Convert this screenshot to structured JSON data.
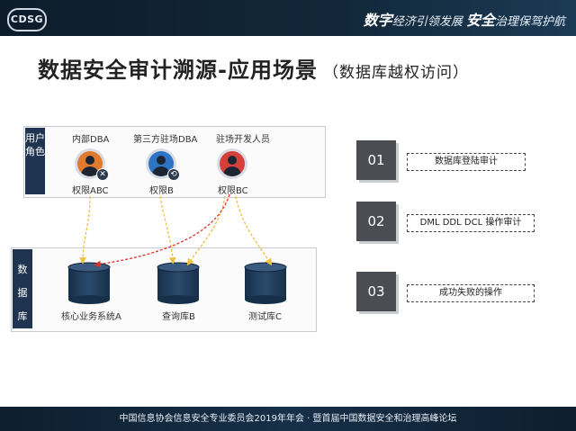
{
  "header": {
    "logo": "CDSG",
    "slogan_a": "数字",
    "slogan_b": "经济引领发展",
    "slogan_c": "安全",
    "slogan_d": "治理保驾护航"
  },
  "title": {
    "main": "数据安全审计溯源-应用场景",
    "sub": "（数据库越权访问）"
  },
  "users_panel": {
    "label": "用户角色",
    "users": [
      {
        "name": "内部DBA",
        "perm": "权限ABC",
        "color": "#e07a2e",
        "badge": "✕"
      },
      {
        "name": "第三方驻场DBA",
        "perm": "权限B",
        "color": "#2d74c4",
        "badge": "⟲"
      },
      {
        "name": "驻场开发人员",
        "perm": "权限BC",
        "color": "#d6403a",
        "badge": ""
      }
    ]
  },
  "db_panel": {
    "label": [
      "数",
      "据",
      "库"
    ],
    "databases": [
      {
        "name": "核心业务系统A"
      },
      {
        "name": "查询库B"
      },
      {
        "name": "测试库C"
      }
    ]
  },
  "features": [
    {
      "num": "01",
      "text": "数据库登陆审计"
    },
    {
      "num": "02",
      "text": "DML DDL DCL 操作审计"
    },
    {
      "num": "03",
      "text": "成功失败的操作"
    }
  ],
  "footer": {
    "text": "中国信息协会信息安全专业委员会2019年年会 · 暨首届中国数据安全和治理高峰论坛"
  },
  "colors": {
    "arrow_normal": "#f0c040",
    "arrow_violation": "#d9342b",
    "cylinder": "#1f3a57"
  }
}
